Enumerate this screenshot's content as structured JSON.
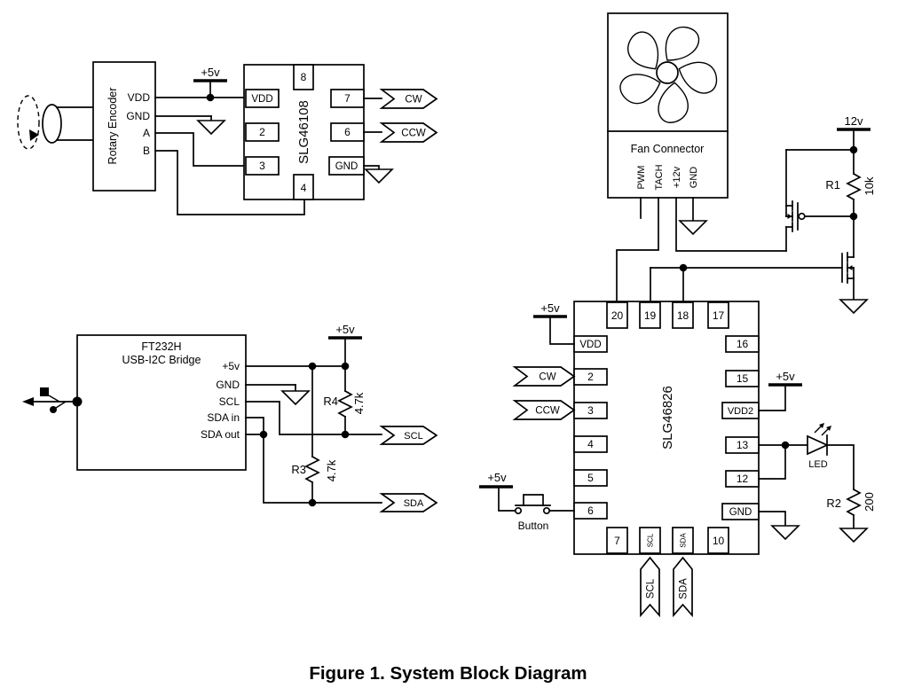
{
  "caption": "Figure 1. System Block Diagram",
  "labels": {
    "v5": "+5v",
    "v12": "12v",
    "cw": "CW",
    "ccw": "CCW",
    "scl": "SCL",
    "sda": "SDA",
    "led": "LED",
    "button": "Button"
  },
  "rotary_encoder": {
    "title": "Rotary Encoder",
    "pins": [
      "VDD",
      "GND",
      "A",
      "B"
    ]
  },
  "slg46108": {
    "name": "SLG46108",
    "pins_left": [
      "VDD",
      "2",
      "3"
    ],
    "pin_top": "8",
    "pin_bottom": "4",
    "pins_right": [
      "7",
      "6",
      "GND"
    ]
  },
  "ft232h": {
    "title1": "FT232H",
    "title2": "USB-I2C Bridge",
    "pins": [
      "+5v",
      "GND",
      "SCL",
      "SDA in",
      "SDA out"
    ]
  },
  "resistors": {
    "r1": {
      "ref": "R1",
      "value": "10k"
    },
    "r2": {
      "ref": "R2",
      "value": "200"
    },
    "r3": {
      "ref": "R3",
      "value": "4.7k"
    },
    "r4": {
      "ref": "R4",
      "value": "4.7k"
    }
  },
  "fan": {
    "title": "Fan Connector",
    "pins": [
      "PWM",
      "TACH",
      "+12v",
      "GND"
    ]
  },
  "slg46826": {
    "name": "SLG46826",
    "pins_top": [
      "20",
      "19",
      "18",
      "17"
    ],
    "pins_left": [
      "VDD",
      "2",
      "3",
      "4",
      "5",
      "6"
    ],
    "pins_right": [
      "16",
      "15",
      "VDD2",
      "13",
      "12",
      "GND"
    ],
    "pins_bottom": [
      "7",
      "SCL",
      "SDA",
      "10"
    ]
  }
}
